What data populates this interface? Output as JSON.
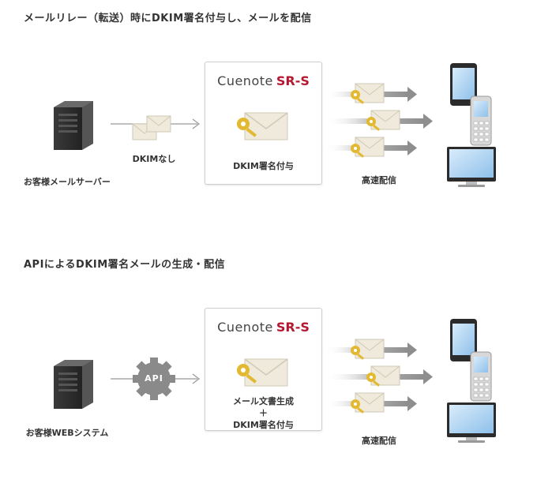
{
  "section1": {
    "title": "メールリレー（転送）時にDKIM署名付与し、メールを配信",
    "source_label": "お客様メールサーバー",
    "connector_label": "DKIMなし",
    "logo": {
      "main": "Cuenote",
      "suffix": "SR-S"
    },
    "panel_label": "DKIM署名付与",
    "delivery_label": "高速配信"
  },
  "section2": {
    "title": "APIによるDKIM署名メールの生成・配信",
    "source_label": "お客様WEBシステム",
    "connector_label": "API",
    "logo": {
      "main": "Cuenote",
      "suffix": "SR-S"
    },
    "panel_label_line1": "メール文書生成",
    "panel_label_plus": "＋",
    "panel_label_line2": "DKIM署名付与",
    "delivery_label": "高速配信"
  },
  "colors": {
    "brand_red": "#b5182f",
    "arrow_gray": "#999999",
    "envelope": "#efeadb",
    "key_gold": "#e3b932"
  }
}
